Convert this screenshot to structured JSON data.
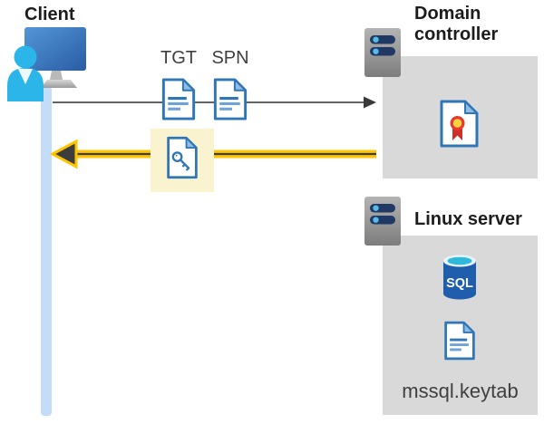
{
  "client": {
    "label": "Client"
  },
  "flow": {
    "tgt_label": "TGT",
    "spn_label": "SPN"
  },
  "domain_controller": {
    "label": "Domain controller"
  },
  "linux_server": {
    "label": "Linux server",
    "sql_badge": "SQL",
    "keytab_label": "mssql.keytab"
  },
  "colors": {
    "accent_yellow": "#FFC600",
    "highlight_cream": "#FAF3CF",
    "panel_gray": "#D9D9D9",
    "document_blue": "#2E76B5",
    "lifeline_blue": "#C3DDF8",
    "arrow_gray": "#4D4D4D",
    "person_cyan": "#2CB5E8",
    "sql_body_blue": "#1E5EAC",
    "sql_top_cyan": "#2FB9DC",
    "certificate_red": "#E8392F",
    "certificate_yellow": "#FFD23E"
  }
}
